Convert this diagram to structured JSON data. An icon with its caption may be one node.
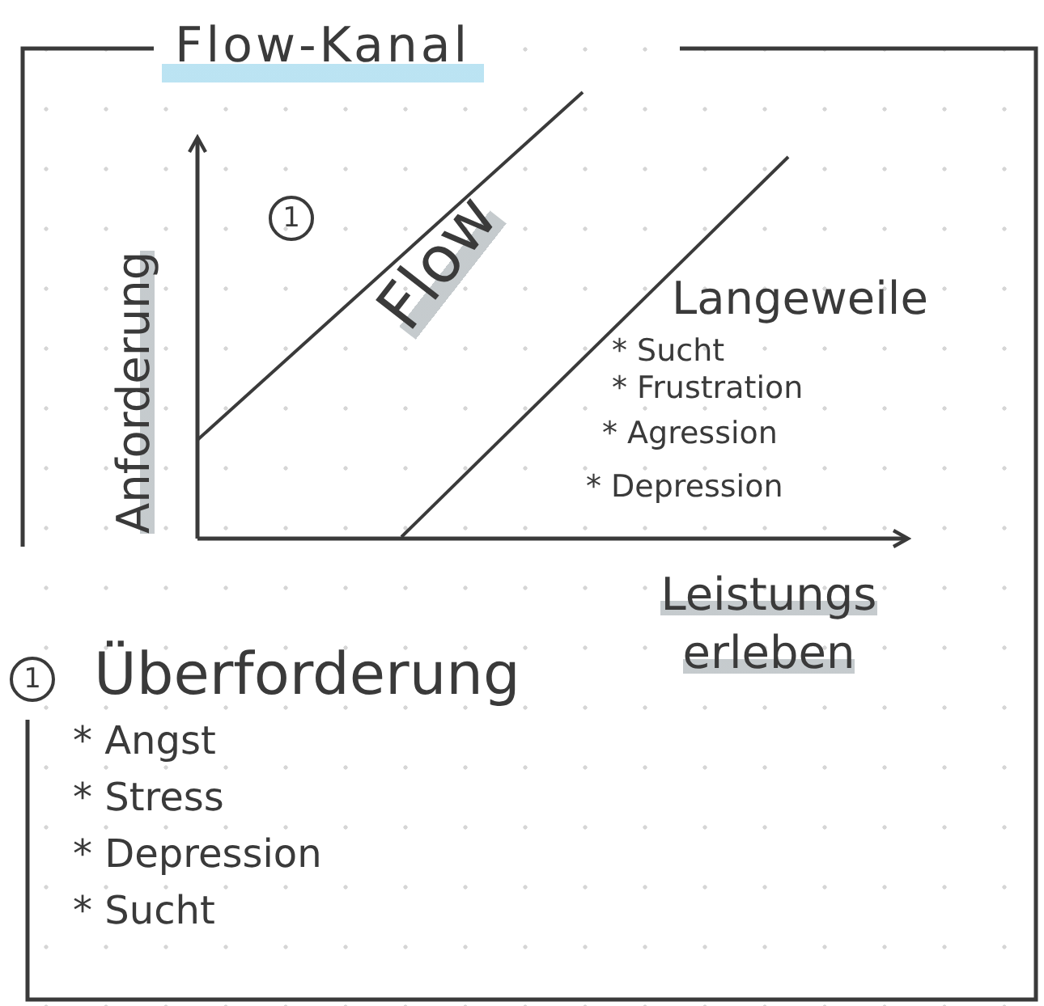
{
  "diagram": {
    "title": "Flow-Kanal",
    "labels": [
      "Anforderung",
      "1",
      "Flow",
      "Langeweile",
      "* Sucht",
      "* Frustration",
      "* Agression",
      "* Depression",
      "Leistungs erleben",
      "1",
      "Überforderung",
      "* Angst",
      "* Stress",
      "* Depression",
      "* Sucht"
    ]
  }
}
